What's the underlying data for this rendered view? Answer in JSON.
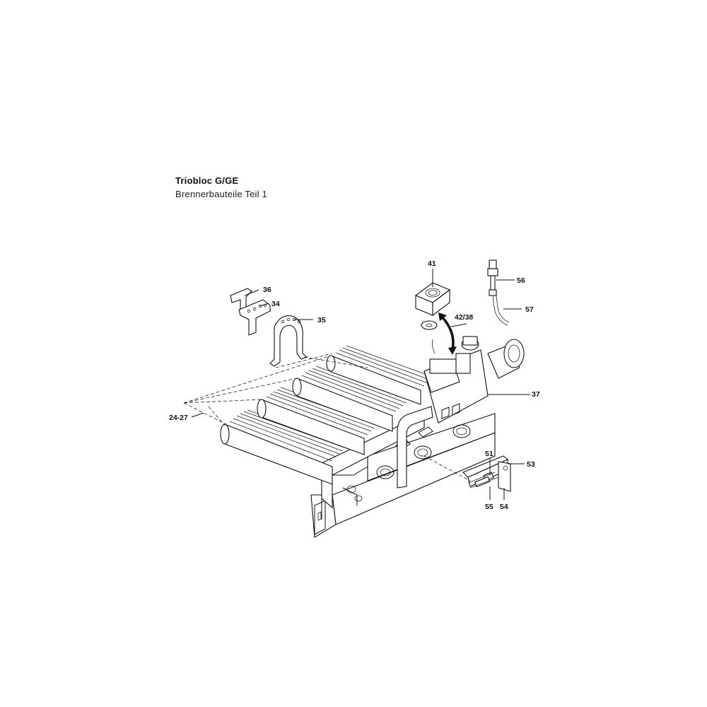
{
  "header": {
    "title": "Triobloc G/GE",
    "subtitle": "Brennerbauteile Teil 1"
  },
  "callouts": {
    "p36": "36",
    "p34": "34",
    "p35": "35",
    "p41": "41",
    "p56": "56",
    "p57": "57",
    "p42_38": "42/38",
    "p37": "37",
    "p24_27": "24-27",
    "p51": "51",
    "p53": "53",
    "p55": "55",
    "p54": "54"
  }
}
